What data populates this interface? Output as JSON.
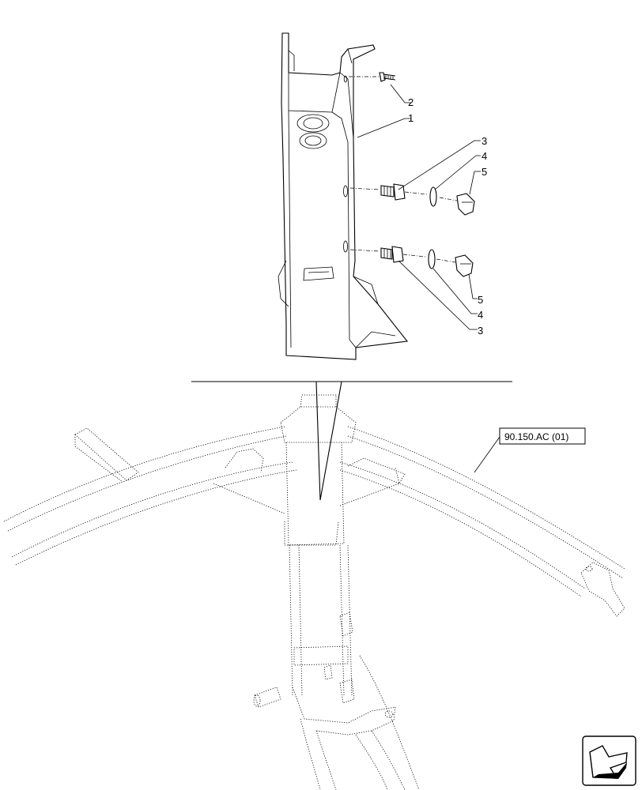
{
  "callouts": [
    {
      "id": "c1",
      "text": "1"
    },
    {
      "id": "c2",
      "text": "2"
    },
    {
      "id": "c3a",
      "text": "3"
    },
    {
      "id": "c4a",
      "text": "4"
    },
    {
      "id": "c5a",
      "text": "5"
    },
    {
      "id": "c5b",
      "text": "5"
    },
    {
      "id": "c4b",
      "text": "4"
    },
    {
      "id": "c3b",
      "text": "3"
    }
  ],
  "reference": {
    "text": "90.150.AC (01)"
  },
  "nav_icon": "next-page-arrow-icon"
}
